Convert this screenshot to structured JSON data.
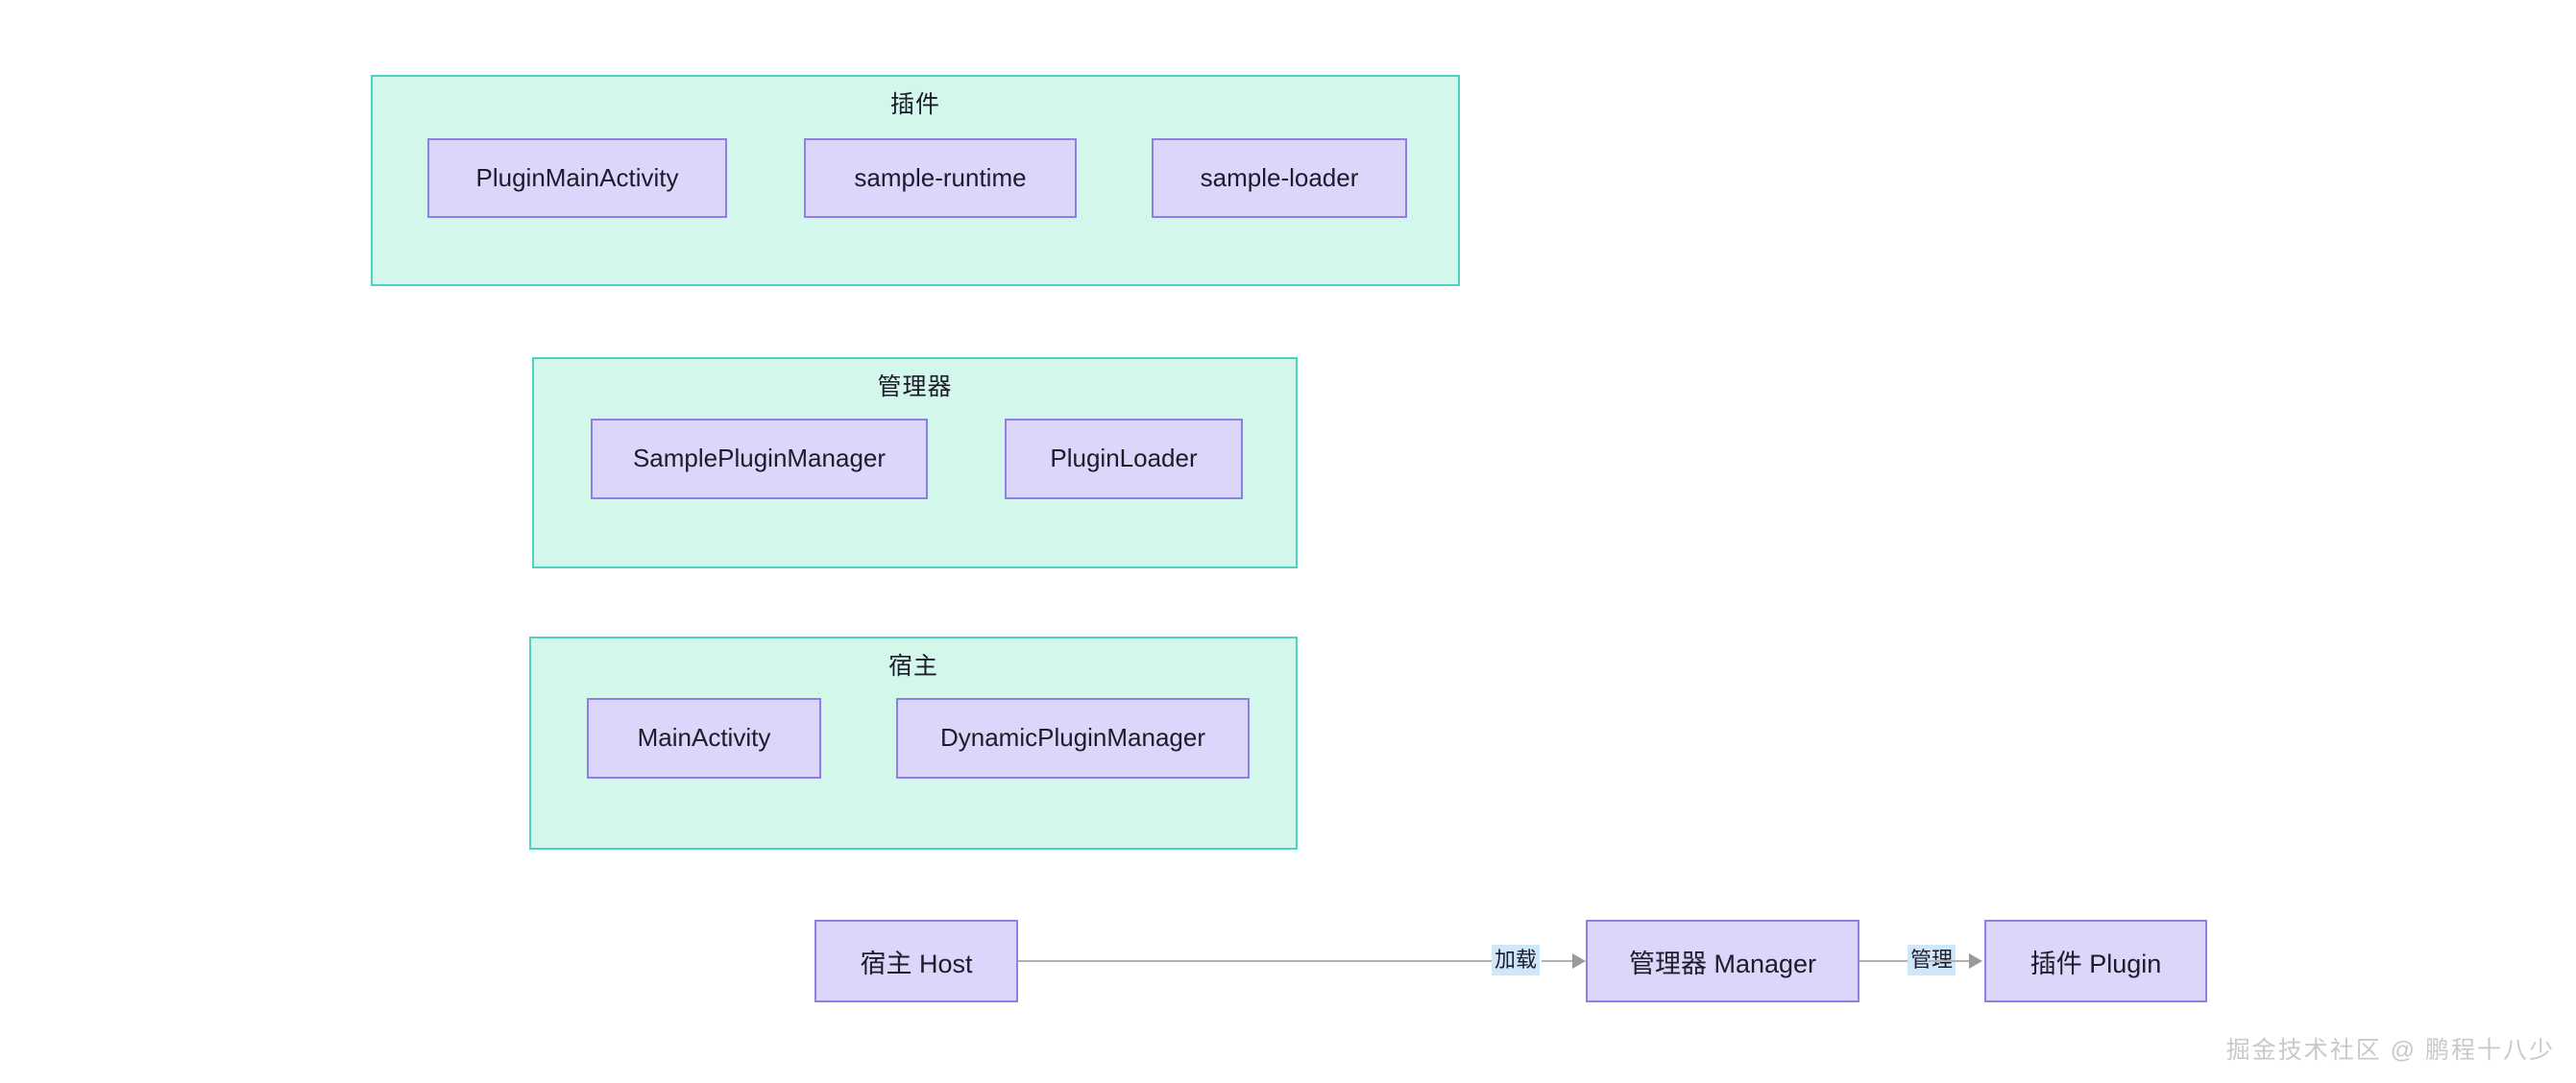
{
  "diagram": {
    "type": "architecture-block-diagram",
    "groups": [
      {
        "id": "plugin",
        "title": "插件",
        "nodes": [
          {
            "id": "pluginmainactivity",
            "label": "PluginMainActivity"
          },
          {
            "id": "sample-runtime",
            "label": "sample-runtime"
          },
          {
            "id": "sample-loader",
            "label": "sample-loader"
          }
        ]
      },
      {
        "id": "manager",
        "title": "管理器",
        "nodes": [
          {
            "id": "samplepluginmanager",
            "label": "SamplePluginManager"
          },
          {
            "id": "pluginloader",
            "label": "PluginLoader"
          }
        ]
      },
      {
        "id": "host",
        "title": "宿主",
        "nodes": [
          {
            "id": "mainactivity",
            "label": "MainActivity"
          },
          {
            "id": "dynamicpluginmanager",
            "label": "DynamicPluginManager"
          }
        ]
      }
    ],
    "flow": {
      "nodes": [
        {
          "id": "host",
          "label": "宿主 Host"
        },
        {
          "id": "manager",
          "label": "管理器 Manager"
        },
        {
          "id": "plugin",
          "label": "插件 Plugin"
        }
      ],
      "edges": [
        {
          "id": "host-to-manager",
          "label": "加载",
          "from": "宿主 Host",
          "to": "管理器 Manager"
        },
        {
          "id": "manager-to-plugin",
          "label": "管理",
          "from": "管理器 Manager",
          "to": "插件 Plugin"
        }
      ]
    }
  },
  "watermark": {
    "text": "掘金技术社区 @ 鹏程十八少"
  },
  "colors": {
    "group_fill": "#d4f7ec",
    "group_border": "#4fd1c0",
    "node_fill": "#ddd6fb",
    "node_border": "#8f7fe0",
    "edge_line": "#b0b0b0",
    "edge_label_highlight": "#cfe6fb",
    "text": "#1c1c2b",
    "watermark": "#c9c9c9",
    "background": "#ffffff"
  }
}
